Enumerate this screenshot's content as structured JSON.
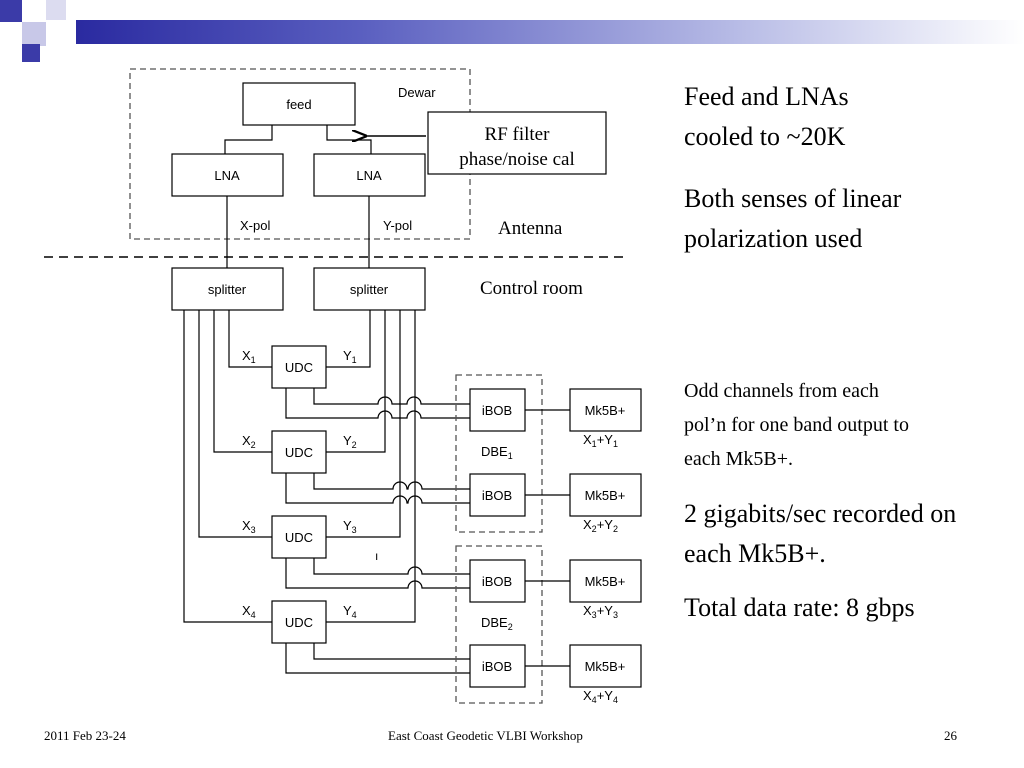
{
  "diagram": {
    "dewar_label": "Dewar",
    "feed": "feed",
    "lna_x": "LNA",
    "lna_y": "LNA",
    "rf_filter_line1": "RF filter",
    "rf_filter_line2": "phase/noise cal",
    "xpol": "X-pol",
    "ypol": "Y-pol",
    "antenna": "Antenna",
    "control_room": "Control room",
    "splitter_x": "splitter",
    "splitter_y": "splitter",
    "udc": [
      "UDC",
      "UDC",
      "UDC",
      "UDC"
    ],
    "x_labels": [
      "X",
      "X",
      "X",
      "X"
    ],
    "y_labels": [
      "Y",
      "Y",
      "Y",
      "Y"
    ],
    "subscripts": [
      "1",
      "2",
      "3",
      "4"
    ],
    "ibob": [
      "iBOB",
      "iBOB",
      "iBOB",
      "iBOB"
    ],
    "mk5b": [
      "Mk5B+",
      "Mk5B+",
      "Mk5B+",
      "Mk5B+"
    ],
    "dbe_labels": [
      "DBE",
      "DBE"
    ],
    "dbe_subs": [
      "1",
      "2"
    ],
    "stray_mark": "ı"
  },
  "bullets": {
    "b1": [
      "Feed and LNAs",
      "cooled to ~20K"
    ],
    "b2": [
      "Both senses of linear",
      "polarization used"
    ],
    "b3": [
      "Odd channels from each",
      "pol’n for one band output to",
      "each Mk5B+."
    ],
    "b4": [
      "2 gigabits/sec recorded on",
      "each Mk5B+."
    ],
    "b5": "Total data rate: 8 gbps"
  },
  "footer": {
    "date": "2011 Feb 23-24",
    "workshop": "East Coast Geodetic VLBI Workshop",
    "page": "26"
  },
  "colors": {
    "header_dark": "#2a2aa0",
    "header_light": "#b8bce6",
    "square_blue": "#3b3ba8",
    "square_gray": "#c8c8e8"
  }
}
